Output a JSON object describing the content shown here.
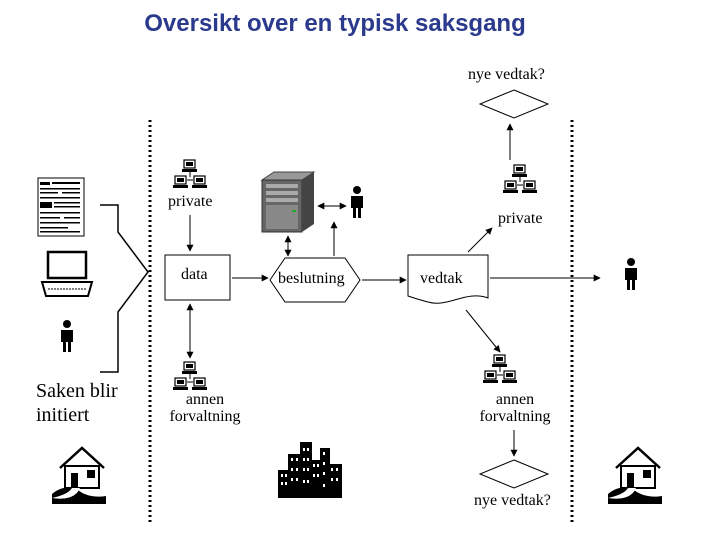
{
  "title": "Oversikt over en typisk saksgang",
  "labels": {
    "nye_vedtak_top": "nye vedtak?",
    "nye_vedtak_bottom": "nye vedtak?",
    "private_left": "private",
    "private_right": "private",
    "data": "data",
    "beslutning": "beslutning",
    "vedtak": "vedtak",
    "annen_forvaltning_left_1": "annen",
    "annen_forvaltning_left_2": "forvaltning",
    "annen_forvaltning_right_1": "annen",
    "annen_forvaltning_right_2": "forvaltning",
    "saken_blir": "Saken blir",
    "initiert": "initiert"
  },
  "icons": [
    "network-computers-icon",
    "server-icon",
    "person-icon",
    "form-document-icon",
    "laptop-icon",
    "house-icon",
    "city-buildings-icon"
  ],
  "colors": {
    "title": "#2b3a8c",
    "lines": "#000000"
  }
}
